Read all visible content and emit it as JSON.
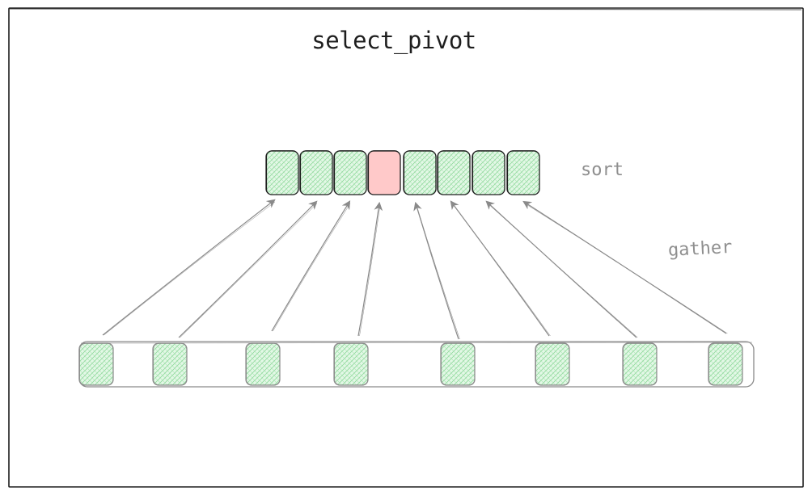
{
  "diagram": {
    "title": "select_pivot",
    "labels": {
      "sort": "sort",
      "gather": "gather"
    },
    "sorted_cells": [
      {
        "id": "sorted-cell-1",
        "highlighted": false
      },
      {
        "id": "sorted-cell-2",
        "highlighted": false
      },
      {
        "id": "sorted-cell-3",
        "highlighted": false
      },
      {
        "id": "sorted-cell-4",
        "highlighted": true
      },
      {
        "id": "sorted-cell-5",
        "highlighted": false
      },
      {
        "id": "sorted-cell-6",
        "highlighted": false
      },
      {
        "id": "sorted-cell-7",
        "highlighted": false
      },
      {
        "id": "sorted-cell-8",
        "highlighted": false
      }
    ],
    "sample_count": 8,
    "colors": {
      "stroke": "#1e1e1e",
      "sample_stroke": "#8a8a8a",
      "arrow": "#8a8a8a",
      "cell_fill": "#b2f2bb",
      "pivot_fill": "#ffc9c9",
      "label_text": "#8f8f8f"
    }
  }
}
